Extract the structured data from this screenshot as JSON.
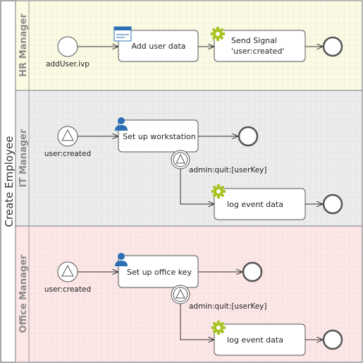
{
  "pool": {
    "label": "Create Employee"
  },
  "colors": {
    "hr_lane": "#fbfbe4",
    "it_lane": "#ececec",
    "office_lane": "#fde6e6",
    "task_icon": "#2d6fb3",
    "gear": "#a8c322",
    "lane_label": "#8a8a8a"
  },
  "lanes": [
    {
      "label": "HR Manager",
      "start": {
        "label": "addUser.ivp"
      },
      "tasks": [
        {
          "label": "Add user data",
          "icon": "form-icon"
        },
        {
          "label_line1": "Send Signal",
          "label_line2": "'user:created'",
          "icon": "gear-icon"
        }
      ]
    },
    {
      "label": "IT Manager",
      "start": {
        "label": "user:created"
      },
      "tasks": [
        {
          "label": "Set up workstation",
          "icon": "user-icon"
        },
        {
          "label": "log event data",
          "icon": "gear-icon"
        }
      ],
      "boundary": {
        "label": "admin:quit:[userKey]"
      }
    },
    {
      "label": "Office Manager",
      "start": {
        "label": "user:created"
      },
      "tasks": [
        {
          "label": "Set up office key",
          "icon": "user-icon"
        },
        {
          "label": "log event data",
          "icon": "gear-icon"
        }
      ],
      "boundary": {
        "label": "admin:quit:[userKey]"
      }
    }
  ]
}
